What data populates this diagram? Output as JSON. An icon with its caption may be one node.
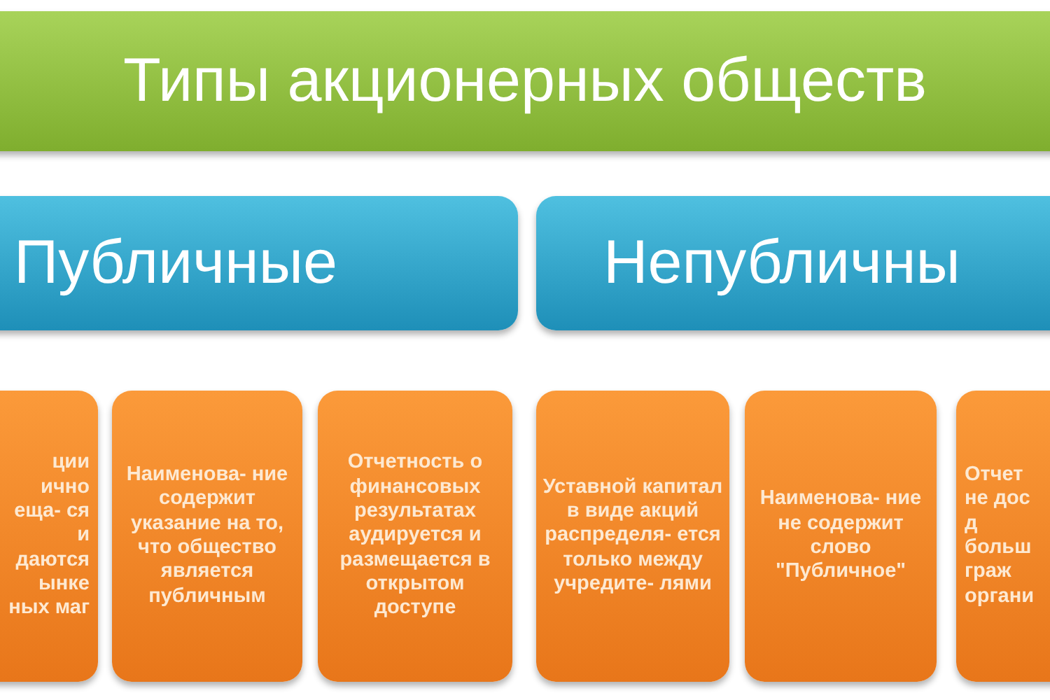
{
  "diagram": {
    "nodes": [
      {
        "text": [
          "Типы акционерных обществ"
        ]
      },
      {
        "text": [
          "Публичные"
        ]
      },
      {
        "text": [
          "Непубличны"
        ]
      },
      {
        "text": [
          "ции ично еща- ся и даются ынке ных маг"
        ]
      },
      {
        "text": [
          "Наименова- ние содержит указание на то, что общество является публичным"
        ]
      },
      {
        "text": [
          "Отчетность о финансовых результатах аудируется и размещается в открытом доступе"
        ]
      },
      {
        "text": [
          "Уставной капитал в виде акций распределя- ется только между учредите- лями"
        ]
      },
      {
        "text": [
          "Наименова- ние не содержит слово \"Публичное\""
        ]
      },
      {
        "text": [
          "Отчет не дос д больш граж органи"
        ]
      }
    ]
  }
}
